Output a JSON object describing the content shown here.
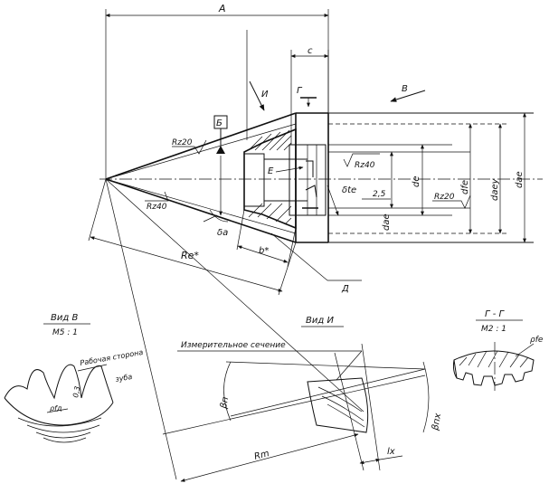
{
  "labels": {
    "dim_A": "A",
    "dim_c": "c",
    "section_G": "Г",
    "view_B_arrow": "B",
    "view_I_arrow": "И",
    "datum_B": "Б",
    "rz20_left": "Rz20",
    "rz40_left": "Rz40",
    "rz40_bore": "Rz40",
    "rz20_right": "Rz20",
    "point_E": "E",
    "delta_te": "δte",
    "dim_2_5": "2,5",
    "d_e": "de",
    "d_ae": "dae",
    "d_fe": "dfe",
    "d_aey": "daey",
    "d_ae_outer": "dae",
    "delta_a": "δa",
    "Re_star": "Re*",
    "b_star": "b*",
    "point_D": "Д"
  },
  "view_b": {
    "title": "Вид В",
    "scale": "М5 : 1",
    "working_side_line1": "Рабочая сторона",
    "working_side_line2": "зуба",
    "dim_0_3": "0,3",
    "rho_fd": "ρfд"
  },
  "view_i": {
    "title": "Вид И",
    "measuring_section": "Измерительное сечение",
    "beta_n": "βп",
    "beta_nx": "βпх",
    "Rm": "Rm",
    "lx": "lx"
  },
  "section_gg": {
    "title": "Г - Г",
    "scale": "М2 : 1",
    "rho_fe": "ρfe"
  }
}
